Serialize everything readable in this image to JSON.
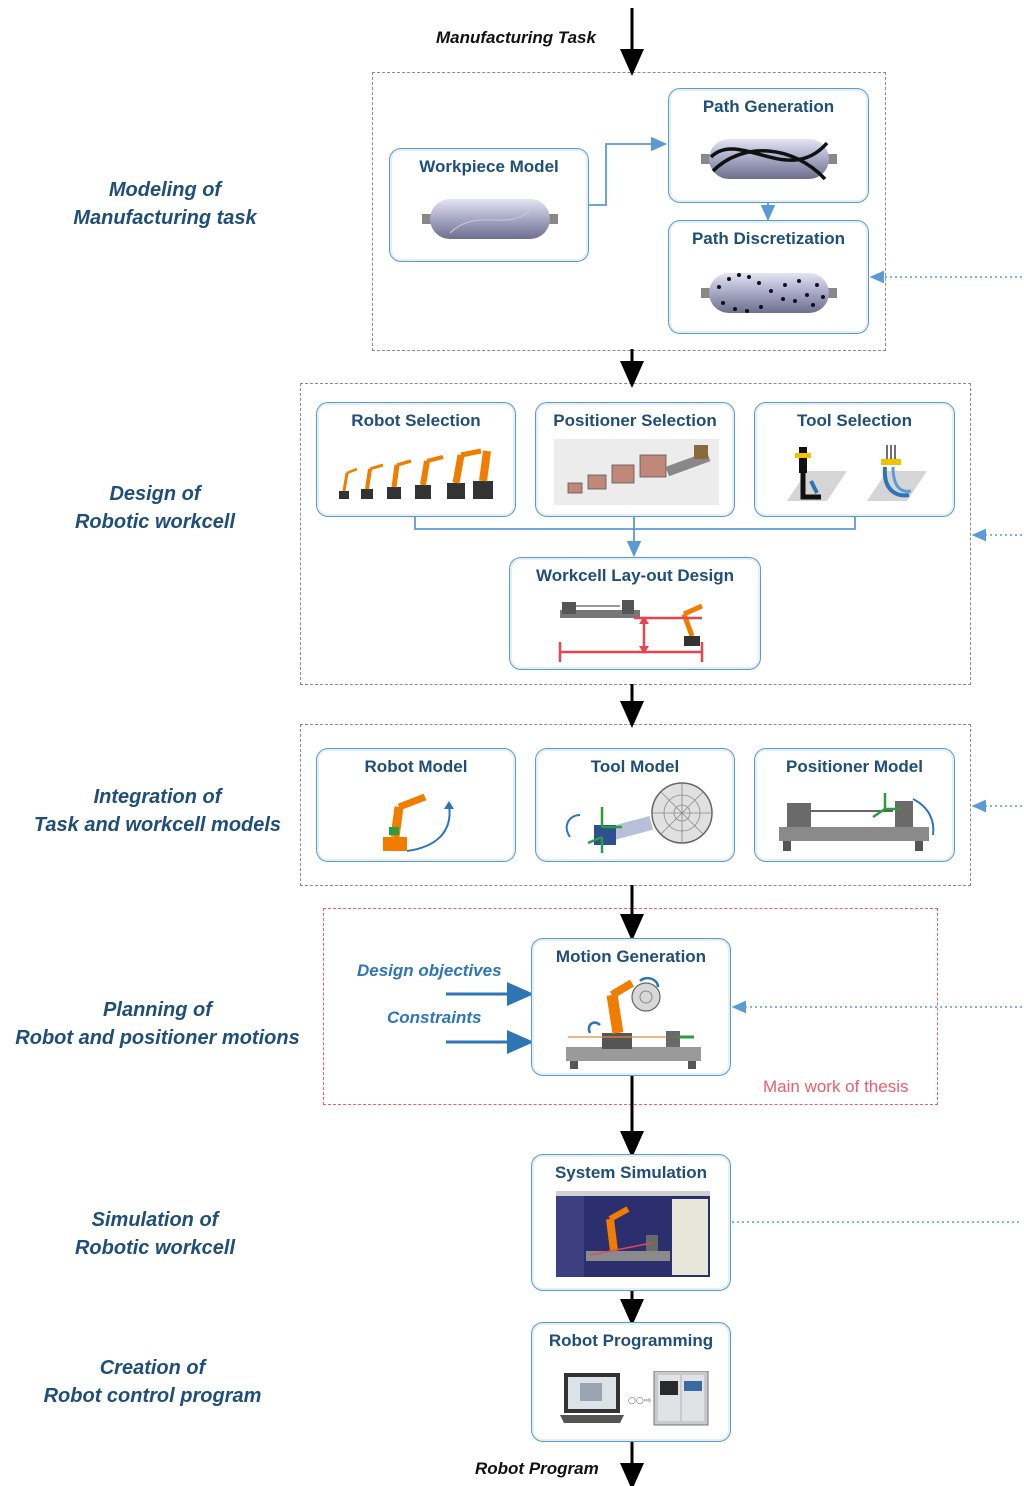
{
  "io": {
    "input": "Manufacturing Task",
    "output": "Robot Program"
  },
  "stages": [
    {
      "line1": "Modeling of",
      "line2": "Manufacturing task"
    },
    {
      "line1": "Design of",
      "line2": "Robotic workcell"
    },
    {
      "line1": "Integration of",
      "line2": "Task and workcell models"
    },
    {
      "line1": "Planning of",
      "line2": "Robot and positioner motions"
    },
    {
      "line1": "Simulation of",
      "line2": "Robotic workcell"
    },
    {
      "line1": "Creation of",
      "line2": "Robot control program"
    }
  ],
  "boxes": {
    "workpiece_model": "Workpiece Model",
    "path_generation": "Path Generation",
    "path_discretization": "Path Discretization",
    "robot_selection": "Robot Selection",
    "positioner_selection": "Positioner Selection",
    "tool_selection": "Tool Selection",
    "workcell_layout": "Workcell Lay-out Design",
    "robot_model": "Robot Model",
    "tool_model": "Tool Model",
    "positioner_model": "Positioner Model",
    "motion_generation": "Motion Generation",
    "system_simulation": "System Simulation",
    "robot_programming": "Robot Programming"
  },
  "planning": {
    "design_objectives": "Design objectives",
    "constraints": "Constraints",
    "main_work": "Main work of thesis"
  },
  "colors": {
    "stage_text": "#1f4e79",
    "box_border": "#5b9bd5",
    "connector": "#5b9bd5",
    "flow_arrow": "#000000",
    "main_work": "#e8606b",
    "robot_orange": "#f07d00"
  }
}
